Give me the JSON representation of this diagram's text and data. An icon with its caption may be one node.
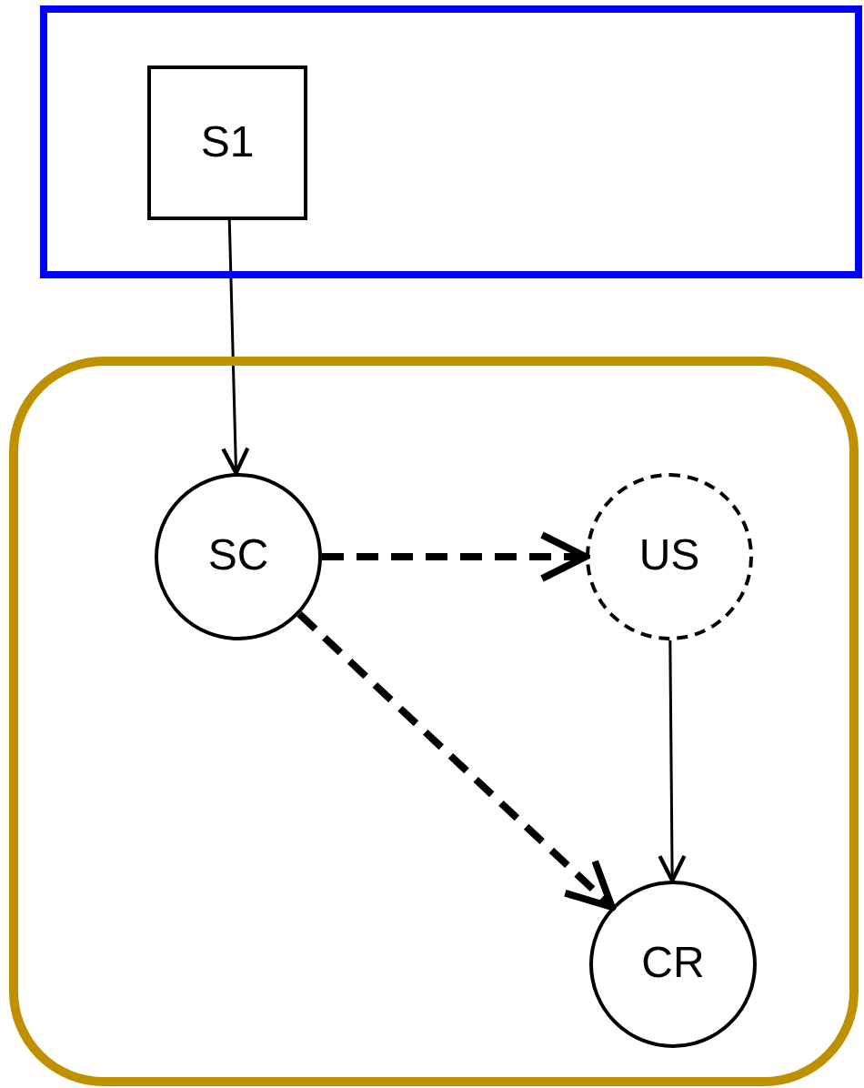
{
  "diagram": {
    "nodes": [
      {
        "text": [],
        "shape": "box"
      },
      {
        "text": [
          "S1"
        ],
        "in": 0
      },
      {
        "text": [],
        "shape": "box"
      },
      {
        "text": [
          "SC"
        ],
        "in": 2
      },
      {
        "text": [
          "US"
        ],
        "in": 2
      },
      {
        "text": [
          "CR"
        ],
        "in": 2
      }
    ],
    "edges": [
      {
        "from": 1,
        "to": 3,
        "arrow": "to"
      },
      {
        "from": 3,
        "to": 4,
        "arrow": "to",
        "style": "dashed"
      },
      {
        "from": 3,
        "to": 5,
        "arrow": "to",
        "style": "dashed"
      },
      {
        "from": 4,
        "to": 5,
        "arrow": "to"
      }
    ]
  }
}
